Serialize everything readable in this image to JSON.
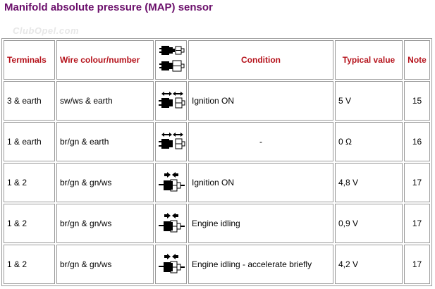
{
  "title": "Manifold absolute pressure (MAP) sensor",
  "watermark": "ClubOpel.com",
  "headers": {
    "terminals": "Terminals",
    "wire": "Wire colour/number",
    "condition": "Condition",
    "typical": "Typical value",
    "note": "Note"
  },
  "rows": [
    {
      "terminals": "3 & earth",
      "wire": "sw/ws & earth",
      "icon": "connector-separated-icon",
      "condition": "Ignition ON",
      "value": "5 V",
      "note": "15"
    },
    {
      "terminals": "1 & earth",
      "wire": "br/gn & earth",
      "icon": "connector-separated-icon",
      "condition": "-",
      "value": "0 Ω",
      "note": "16"
    },
    {
      "terminals": "1 & 2",
      "wire": "br/gn & gn/ws",
      "icon": "connector-plugged-icon",
      "condition": "Ignition ON",
      "value": "4,8 V",
      "note": "17"
    },
    {
      "terminals": "1 & 2",
      "wire": "br/gn & gn/ws",
      "icon": "connector-plugged-icon",
      "condition": "Engine idling",
      "value": "0,9 V",
      "note": "17"
    },
    {
      "terminals": "1 & 2",
      "wire": "br/gn & gn/ws",
      "icon": "connector-plugged-icon",
      "condition": "Engine idling - accelerate briefly",
      "value": "4,2 V",
      "note": "17"
    }
  ]
}
